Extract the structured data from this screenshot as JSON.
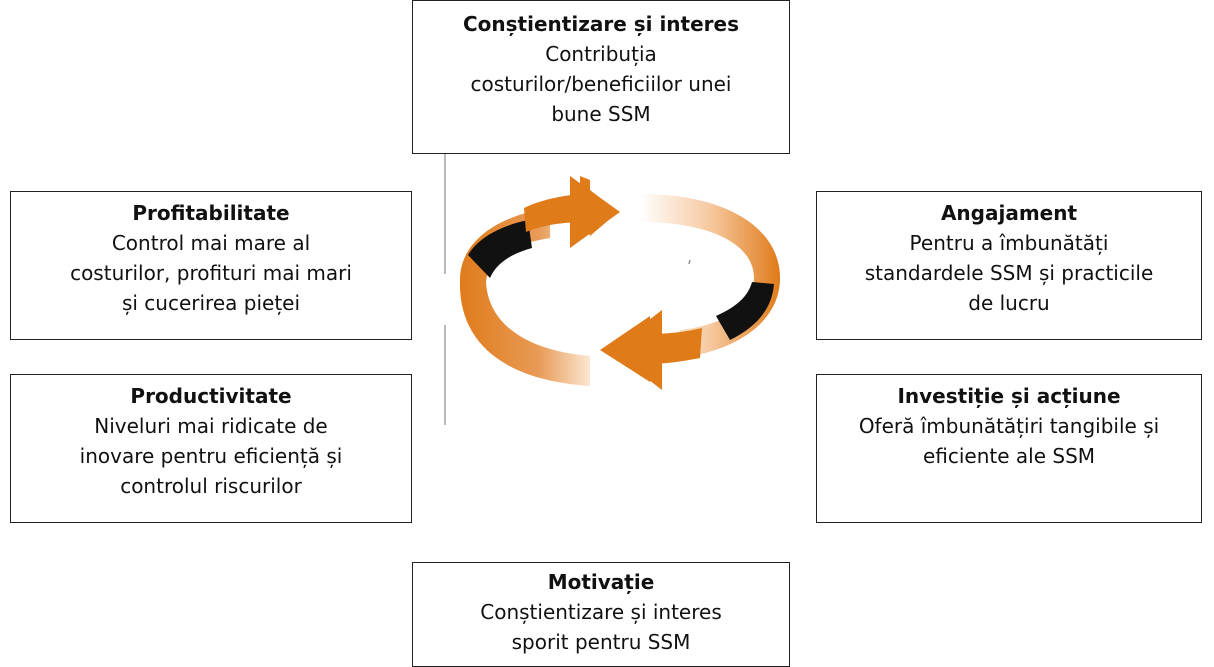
{
  "diagram": {
    "boxes": {
      "top": {
        "title": "Conștientizare și interes",
        "body": [
          "Contribuția",
          "costurilor/beneficiilor unei",
          "bune SSM"
        ]
      },
      "left1": {
        "title": "Profitabilitate",
        "body": [
          "Control mai mare al",
          "costurilor, profituri mai mari",
          "și cucerirea pieței"
        ]
      },
      "left2": {
        "title": "Productivitate",
        "body": [
          "Niveluri mai ridicate de",
          "inovare pentru eficiență și",
          "controlul riscurilor"
        ]
      },
      "right1": {
        "title": "Angajament",
        "body": [
          "Pentru a îmbunătăți",
          "standardele SSM și practicile",
          "de lucru"
        ]
      },
      "right2": {
        "title": "Investiție și acțiune",
        "body": [
          "Oferă îmbunătățiri tangibile și",
          "eficiente ale SSM"
        ]
      },
      "bottom": {
        "title": "Motivație",
        "body": [
          "Conștientizare și interes",
          "sporit pentru SSM"
        ]
      }
    },
    "colors": {
      "arrow_orange": "#E07B1A",
      "arrow_dark": "#111111",
      "border": "#222222"
    },
    "icon": "circular-arrows-cycle"
  }
}
